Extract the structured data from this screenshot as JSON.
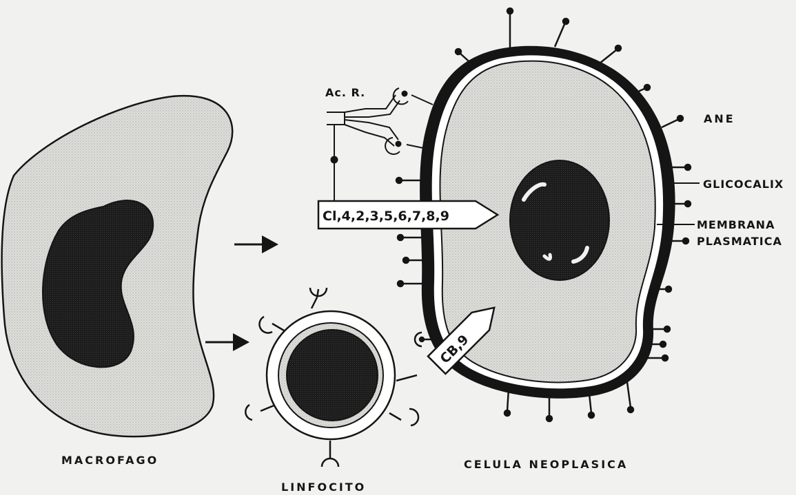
{
  "labels": {
    "macrofago": "MACROFAGO",
    "linfocito": "LINFOCITO",
    "celula_neoplasica": "CELULA NEOPLASICA",
    "ac_r": "Ac. R.",
    "ane": "ANE",
    "glicocalix": "GLICOCALIX",
    "membrana": "MEMBRANA",
    "plasmatica": "PLASMATICA",
    "complement_chain": "Cl,4,2,3,5,6,7,8,9",
    "cb9": "CB,9"
  },
  "colors": {
    "ink": "#151515",
    "stipple": "#dcdcd8",
    "paper": "#f1f1ef",
    "white": "#ffffff"
  },
  "icons": {
    "arrow": "arrow-right-icon",
    "receptor": "receptor-cup-icon",
    "antigen": "antigen-pin-icon"
  }
}
